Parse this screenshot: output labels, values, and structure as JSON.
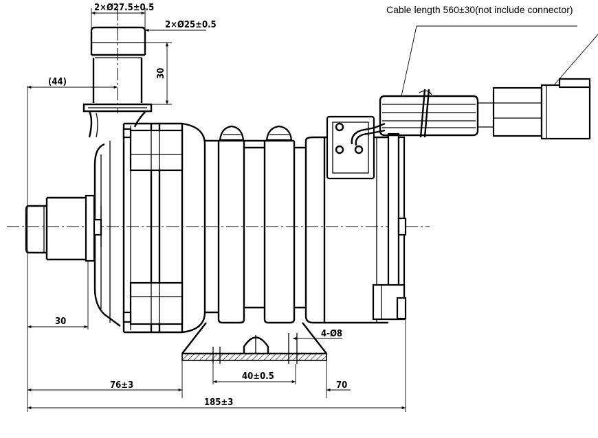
{
  "dimensions": {
    "outlet_od": "2×Ø27.5±0.5",
    "outlet_id": "2×Ø25±0.5",
    "outlet_length": "30",
    "outlet_offset": "(44)",
    "inlet_length": "30",
    "mount_holes": "4-Ø8",
    "hole_spacing": "40±0.5",
    "body_to_mount": "76±3",
    "mount_width": "70",
    "overall_length": "185±3"
  },
  "notes": {
    "cable_length": "Cable length 560±30(not include connector)"
  }
}
